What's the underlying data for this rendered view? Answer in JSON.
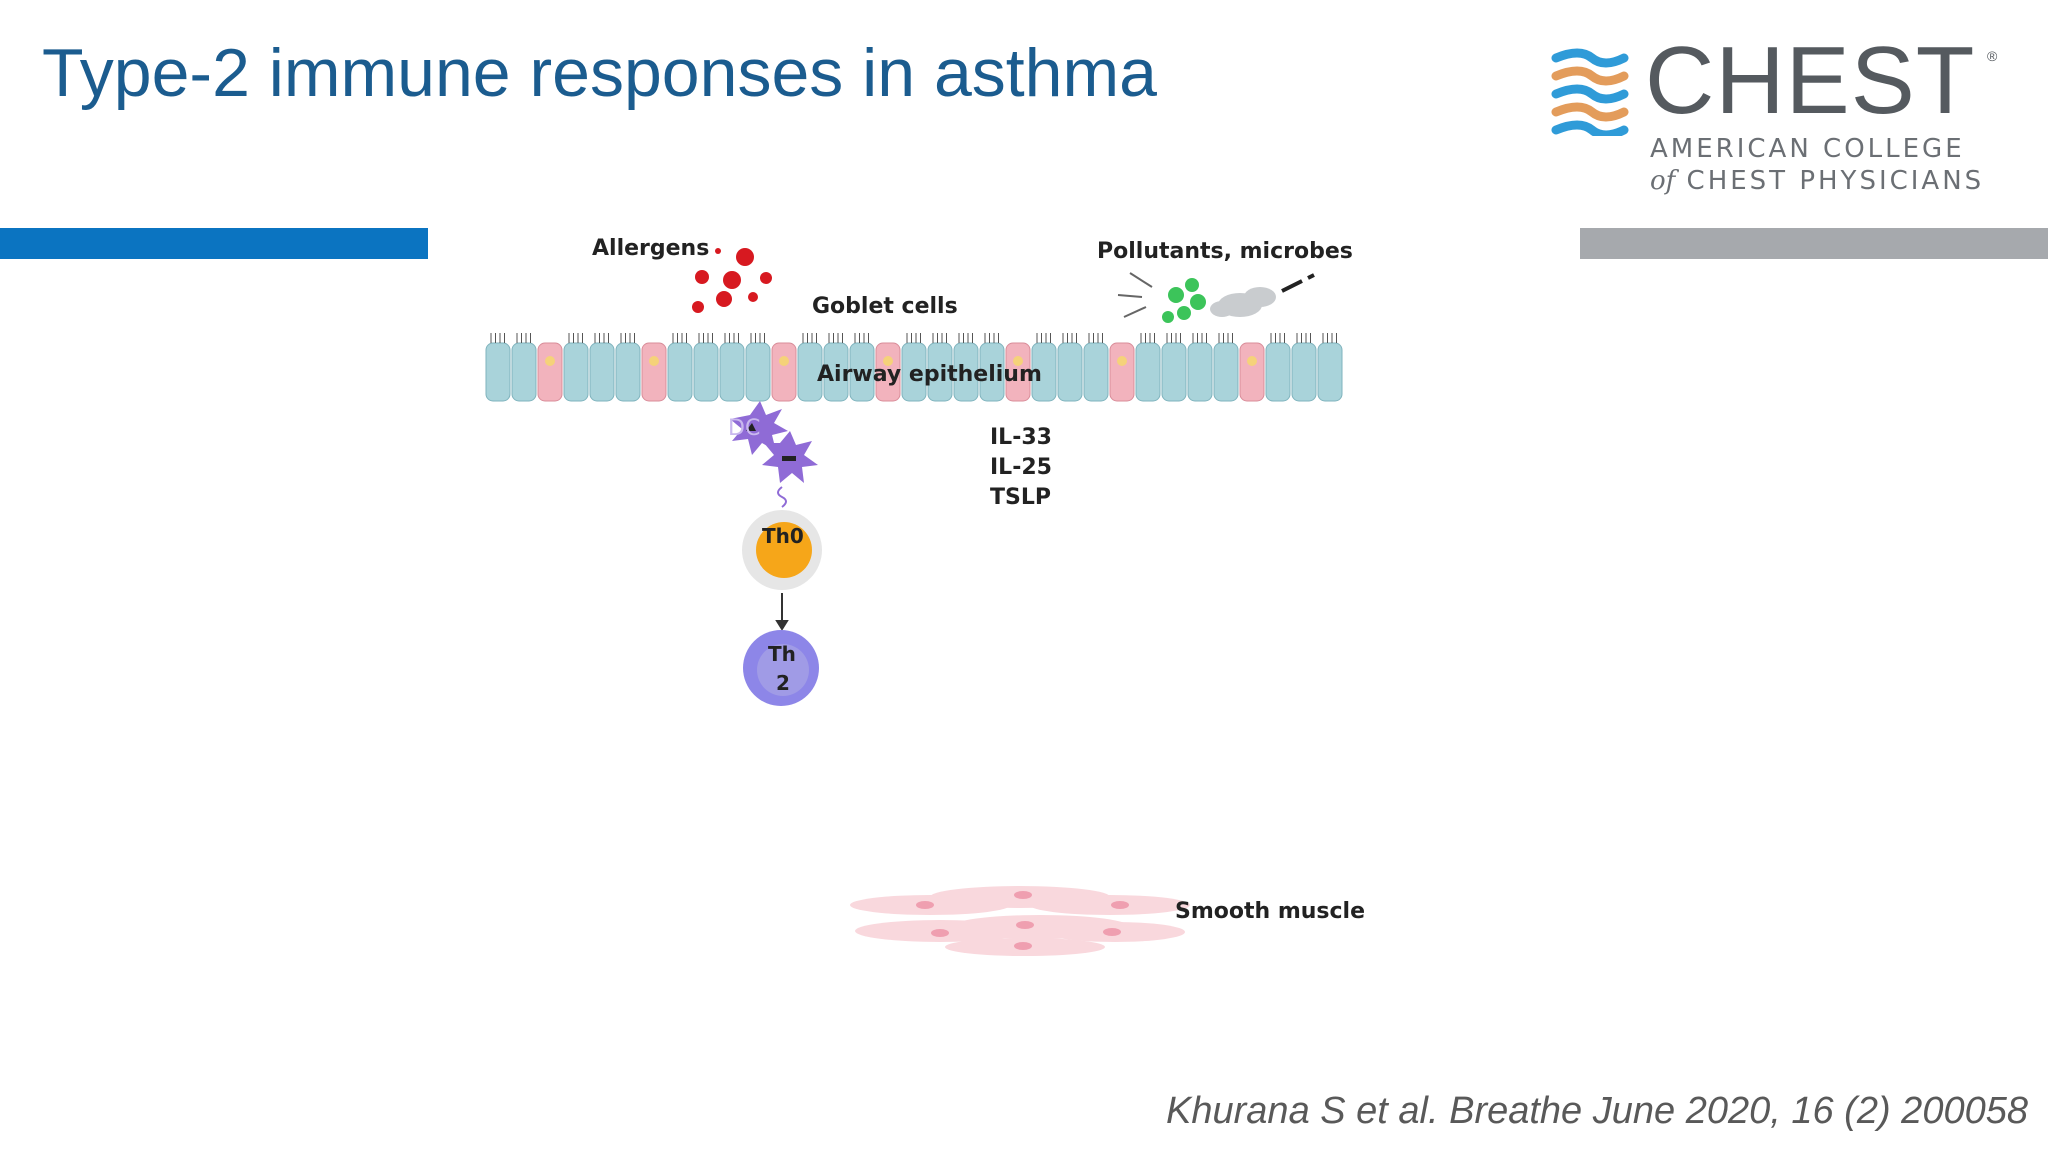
{
  "slide": {
    "title": "Type-2 immune responses in asthma",
    "citation": "Khurana S et al. Breathe June 2020, 16 (2) 200058"
  },
  "logo": {
    "wordmark": "CHEST",
    "registered": "®",
    "line1": "AMERICAN COLLEGE",
    "line2_prefix": "of",
    "line2_rest": "CHEST PHYSICIANS"
  },
  "diagram": {
    "labels": {
      "allergens": "Allergens",
      "pollutants": "Pollutants, microbes",
      "goblet": "Goblet cells",
      "epithelium": "Airway epithelium",
      "il33": "IL-33",
      "il25": "IL-25",
      "tslp": "TSLP",
      "dc": "DC",
      "th0": "Th0",
      "th2_a": "Th",
      "th2_b": "2",
      "smooth": "Smooth muscle"
    }
  },
  "colors": {
    "title": "#1b5c8f",
    "bar_left": "#0b74c1",
    "bar_right": "#a6a9ad",
    "epithelial_cell": "#a9d3da",
    "goblet_cell": "#f2b3bd",
    "allergen": "#d71920",
    "microbe": "#3cc45a",
    "dendritic_cell": "#8f6bd6",
    "th0": "#f6a619",
    "th2": "#8d86e8",
    "smooth_muscle": "#f9d8dd"
  }
}
